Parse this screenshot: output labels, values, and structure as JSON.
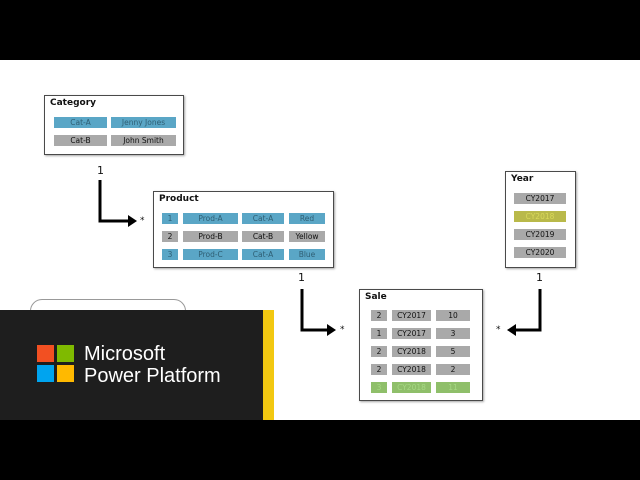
{
  "category": {
    "title": "Category",
    "rows": [
      {
        "cells": [
          "Cat-A",
          "Jenny Jones"
        ],
        "highlight": "blue"
      },
      {
        "cells": [
          "Cat-B",
          "John Smith"
        ],
        "highlight": "none"
      }
    ]
  },
  "product": {
    "title": "Product",
    "rows": [
      {
        "cells": [
          "1",
          "Prod-A",
          "Cat-A",
          "Red"
        ],
        "highlight": "blue"
      },
      {
        "cells": [
          "2",
          "Prod-B",
          "Cat-B",
          "Yellow"
        ],
        "highlight": "none"
      },
      {
        "cells": [
          "3",
          "Prod-C",
          "Cat-A",
          "Blue"
        ],
        "highlight": "blue"
      }
    ]
  },
  "year": {
    "title": "Year",
    "rows": [
      {
        "cells": [
          "CY2017"
        ],
        "highlight": "none"
      },
      {
        "cells": [
          "CY2018"
        ],
        "highlight": "yellow"
      },
      {
        "cells": [
          "CY2019"
        ],
        "highlight": "none"
      },
      {
        "cells": [
          "CY2020"
        ],
        "highlight": "none"
      }
    ]
  },
  "sale": {
    "title": "Sale",
    "rows": [
      {
        "cells": [
          "2",
          "CY2017",
          "10"
        ],
        "highlight": "none"
      },
      {
        "cells": [
          "1",
          "CY2017",
          "3"
        ],
        "highlight": "none"
      },
      {
        "cells": [
          "2",
          "CY2018",
          "5"
        ],
        "highlight": "none"
      },
      {
        "cells": [
          "2",
          "CY2018",
          "2"
        ],
        "highlight": "none"
      },
      {
        "cells": [
          "3",
          "CY2018",
          "11"
        ],
        "highlight": "green"
      }
    ]
  },
  "relationships": [
    {
      "from": "Category",
      "to": "Product",
      "from_label": "1",
      "to_label": "*"
    },
    {
      "from": "Product",
      "to": "Sale",
      "from_label": "1",
      "to_label": "*"
    },
    {
      "from": "Year",
      "to": "Sale",
      "from_label": "1",
      "to_label": "*"
    }
  ],
  "brand": {
    "line1": "Microsoft",
    "line2": "Power Platform",
    "logo_colors": [
      "#f25022",
      "#7fba00",
      "#00a4ef",
      "#ffb900"
    ],
    "accent_color": "#f2c811"
  },
  "colors": {
    "highlight_blue": "#5aa6c6",
    "highlight_green": "#8fbf6a",
    "highlight_yellow": "#b9b94a",
    "cell_gray": "#a9a9a9"
  }
}
